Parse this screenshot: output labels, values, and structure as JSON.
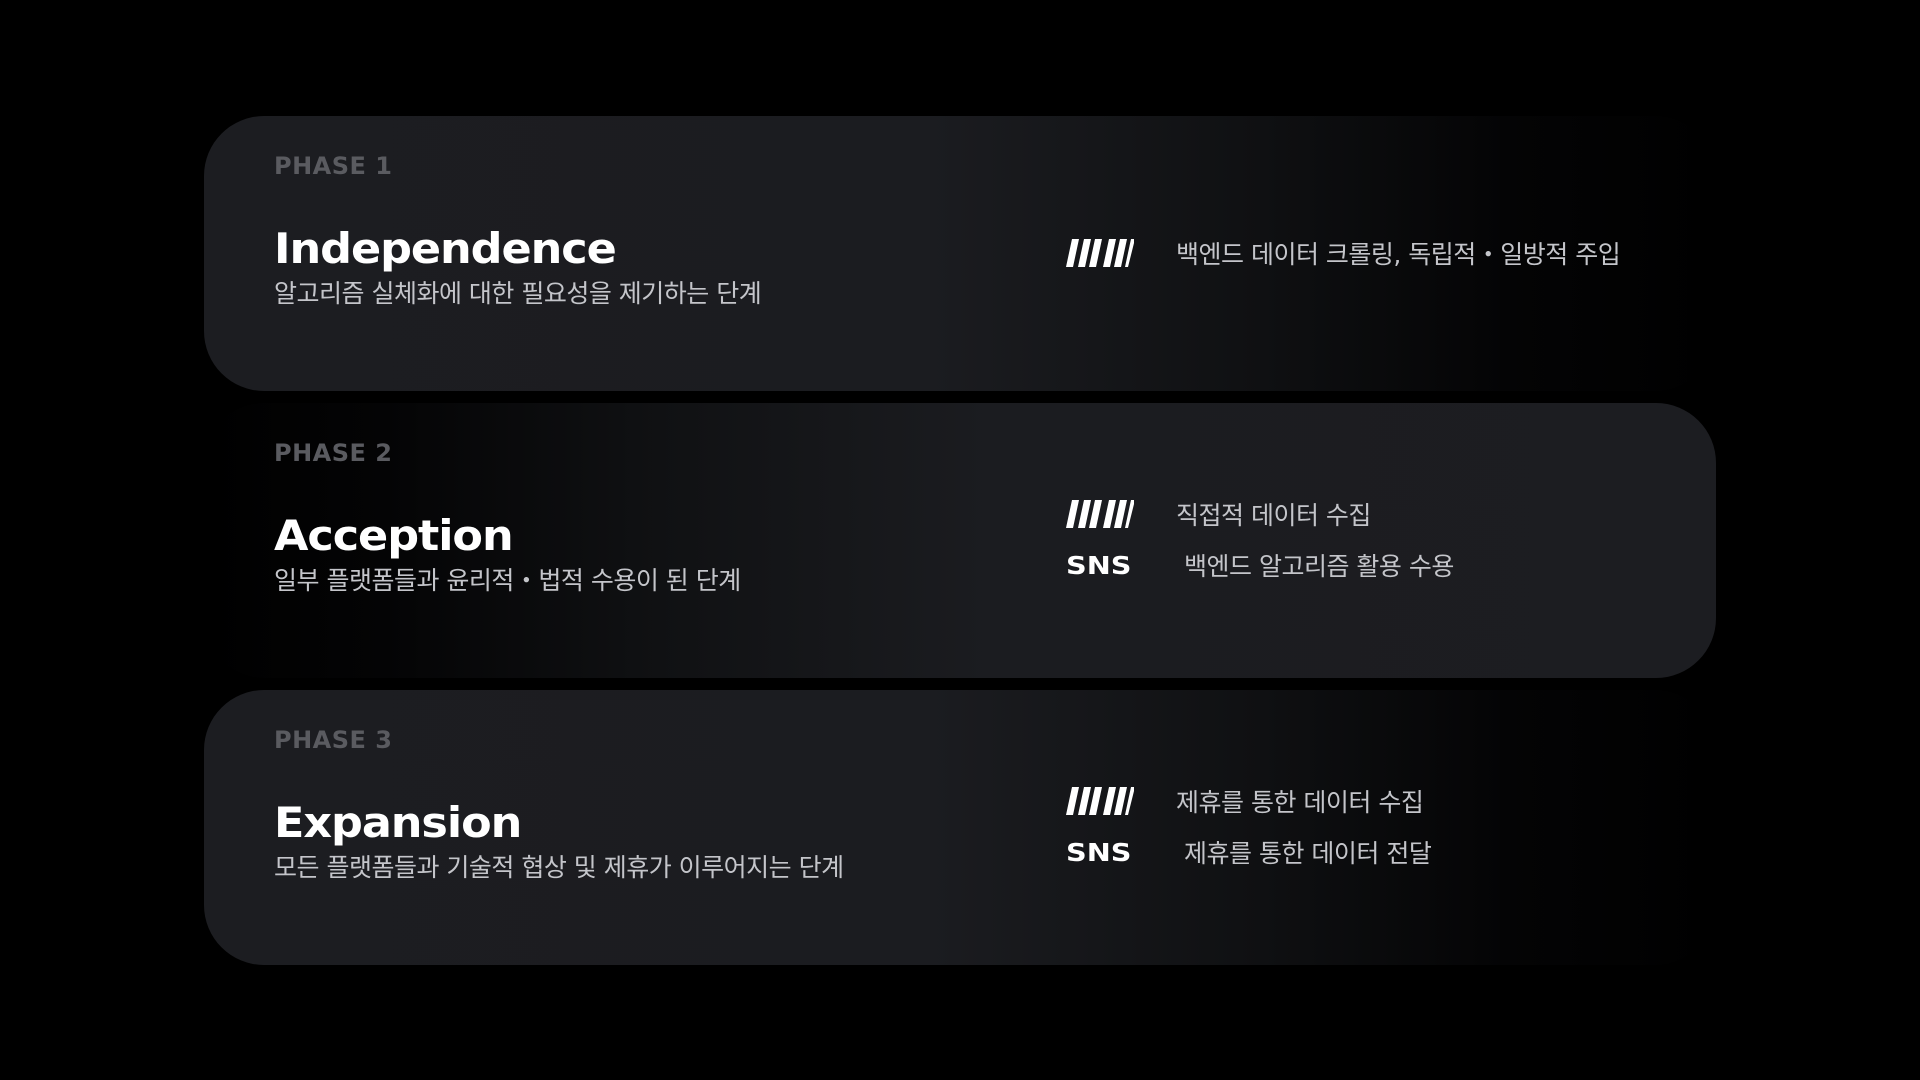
{
  "phases": [
    {
      "phase_label": "PHASE 1",
      "title": "Independence",
      "description": "알고리즘 실체화에 대한 필요성을 제기하는 단계",
      "items": [
        {
          "logo": "vw-logo",
          "text": "백엔드 데이터 크롤링, 독립적・일방적 주입"
        }
      ]
    },
    {
      "phase_label": "PHASE 2",
      "title": "Acception",
      "description": "일부 플랫폼들과 윤리적・법적 수용이 된 단계",
      "items": [
        {
          "logo": "vw-logo",
          "text": "직접적 데이터 수집"
        },
        {
          "logo": "SNS",
          "text": "백엔드 알고리즘 활용 수용"
        }
      ]
    },
    {
      "phase_label": "PHASE 3",
      "title": "Expansion",
      "description": "모든 플랫폼들과 기술적 협상 및 제휴가 이루어지는 단계",
      "items": [
        {
          "logo": "vw-logo",
          "text": "제휴를 통한 데이터 수집"
        },
        {
          "logo": "SNS",
          "text": "제휴를 통한 데이터 전달"
        }
      ]
    }
  ],
  "colors": {
    "background": "#000000",
    "card": "#1c1d21",
    "phase_label": "#5a5b60",
    "title": "#ffffff",
    "body_text": "#c4c5ca"
  }
}
